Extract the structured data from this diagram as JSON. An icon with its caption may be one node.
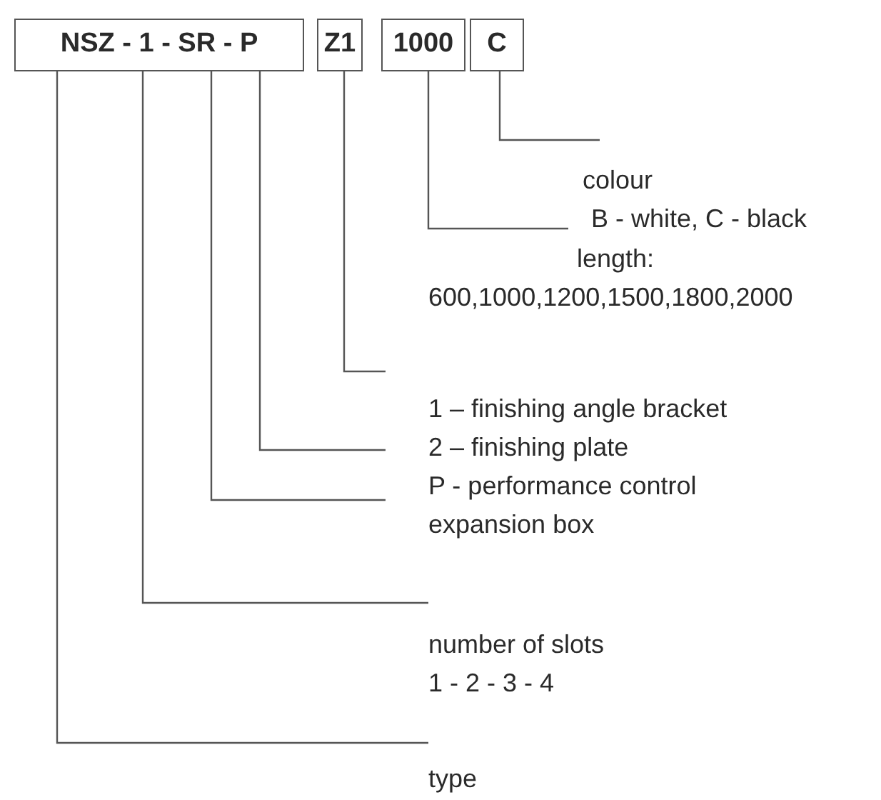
{
  "diagram": {
    "nodes": [
      {
        "text": [
          "NSZ - 1 - SR - P"
        ]
      },
      {
        "text": [
          "Z1"
        ]
      },
      {
        "text": [
          "1000"
        ]
      },
      {
        "text": [
          "C"
        ]
      },
      {
        "text": [
          "colour",
          "B - white, C - black"
        ]
      },
      {
        "text": [
          "length:",
          "600,1000,1200,1500,1800,2000"
        ]
      },
      {
        "text": [
          "1 – finishing angle bracket"
        ]
      },
      {
        "text": [
          "2 – finishing plate"
        ]
      },
      {
        "text": [
          "P - performance control expansion box"
        ]
      },
      {
        "text": [
          "number of slots",
          "1 - 2 - 3 - 4"
        ]
      },
      {
        "text": [
          "type"
        ]
      }
    ],
    "edges": [
      {
        "from": 4,
        "to": 3,
        "arrow": "none"
      },
      {
        "from": 5,
        "to": 2,
        "arrow": "none"
      },
      {
        "from": 6,
        "to": 1,
        "arrow": "none"
      },
      {
        "from": 7,
        "to": 0,
        "arrow": "none"
      },
      {
        "from": 8,
        "to": 0,
        "arrow": "none"
      },
      {
        "from": 9,
        "to": 0,
        "arrow": "none"
      },
      {
        "from": 10,
        "to": 0,
        "arrow": "none"
      }
    ]
  }
}
